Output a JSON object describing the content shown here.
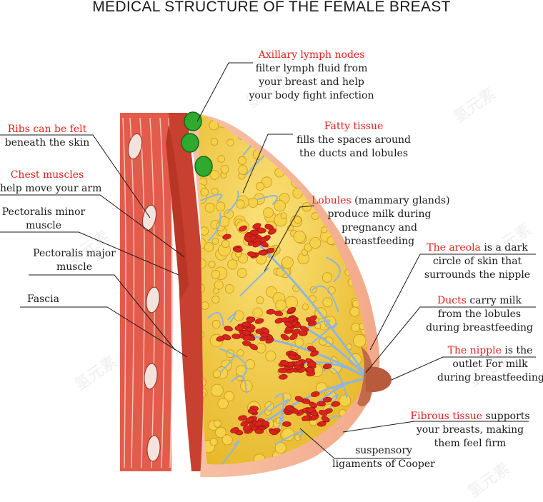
{
  "title": "MEDICAL STRUCTURE OF THE FEMALE BREAST",
  "labels": {
    "axillary": {
      "red": "Axillary lymph nodes",
      "lines": [
        "filter lymph fluid  from",
        "your breast and help",
        "your body fight infection"
      ]
    },
    "fatty": {
      "red": "Fatty tissue",
      "lines": [
        "fills the spaces around",
        "the ducts and lobules"
      ]
    },
    "lobules": {
      "red": "Lobules",
      "rest": " (mammary glands)",
      "lines": [
        "produce milk during",
        "pregnancy and",
        "breastfeeding"
      ]
    },
    "areola": {
      "red": "The areola",
      "rest": " is a dark",
      "lines": [
        "circle of skin that",
        "surrounds the nipple"
      ]
    },
    "ducts": {
      "red": "Ducts",
      "rest": " carry milk",
      "lines": [
        "from the lobules",
        "during breastfeeding"
      ]
    },
    "nipple": {
      "red": "The nipple",
      "rest": " is the",
      "lines": [
        "outlet For milk",
        "during breastfeeding"
      ]
    },
    "fibrous": {
      "red": "Fibrous tissue",
      "rest": " supports",
      "lines": [
        "your breasts, making",
        "them feel firm"
      ]
    },
    "suspensory": {
      "lines": [
        "suspensory",
        "ligaments of Cooper"
      ]
    },
    "ribs": {
      "red": "Ribs can be felt",
      "lines": [
        "beneath the skin"
      ]
    },
    "chest": {
      "red": "Chest muscles",
      "lines": [
        "help move your arm"
      ]
    },
    "pec_minor": {
      "lines": [
        "Pectoralis minor",
        "muscle"
      ]
    },
    "pec_major": {
      "lines": [
        "Pectoralis major",
        "muscle"
      ]
    },
    "fascia": {
      "lines": [
        "Fascia"
      ]
    }
  },
  "watermark": "氢元素",
  "colors": {
    "accent_red": "#e0201b",
    "muscle": "#c8402f",
    "fat": "#f0c933",
    "lobule": "#d9231c",
    "duct": "#8fb5e0",
    "lymph": "#2faa2f"
  }
}
